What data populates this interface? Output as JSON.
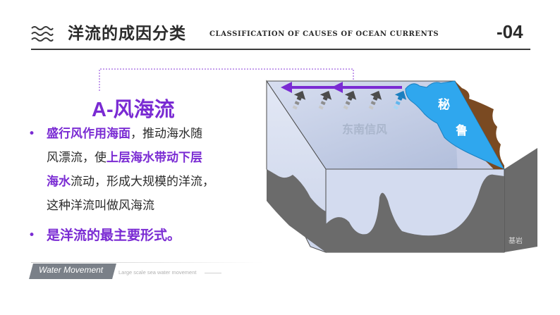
{
  "header": {
    "title": "洋流的成因分类",
    "subtitle": "CLASSIFICATION OF CAUSES OF OCEAN CURRENTS",
    "page_number": "-04"
  },
  "section_title": "A-风海流",
  "bullets": [
    {
      "lines": [
        [
          {
            "text": "盛行风作用海面",
            "hl": true
          },
          {
            "text": "，推动海水随",
            "hl": false
          }
        ],
        [
          {
            "text": "风漂流，使",
            "hl": false
          },
          {
            "text": "上层海水带动下层",
            "hl": true
          }
        ],
        [
          {
            "text": "海水",
            "hl": true
          },
          {
            "text": "流动，形成大规模的洋流，",
            "hl": false
          }
        ],
        [
          {
            "text": "这种洋流叫做风海流",
            "hl": false
          }
        ]
      ]
    },
    {
      "text": "是洋流的最主要形式。"
    }
  ],
  "diagram": {
    "wind_label": "东南信风",
    "country_label_1": "秘",
    "country_label_2": "鲁",
    "bedrock_label": "基岩"
  },
  "footer": {
    "label": "Water Movement",
    "description": "Large scale sea water movement"
  },
  "colors": {
    "accent": "#7a2bd3",
    "ocean_top": "#c4cfe6",
    "land_blue": "#2fa7ee",
    "coast_brown": "#7a4a22",
    "rock": "#6b6b6b"
  }
}
